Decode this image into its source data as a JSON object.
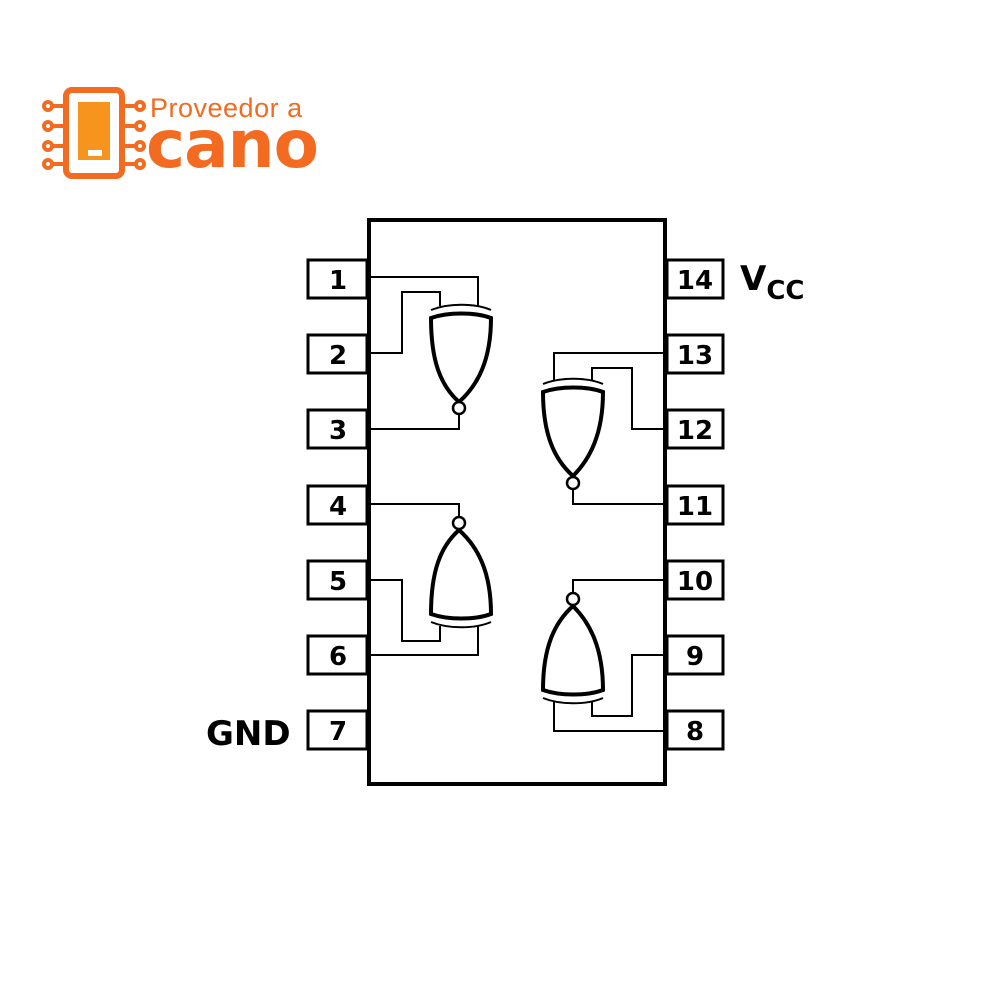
{
  "logo": {
    "icon": "chip-icon",
    "tagline": "Proveedor a",
    "name": "cano",
    "color": "#f26b21"
  },
  "diagram": {
    "vcc_label_main": "V",
    "vcc_label_sub": "CC",
    "gnd_label": "GND",
    "pins_left": [
      "1",
      "2",
      "3",
      "4",
      "5",
      "6",
      "7"
    ],
    "pins_right": [
      "14",
      "13",
      "12",
      "11",
      "10",
      "9",
      "8"
    ]
  }
}
